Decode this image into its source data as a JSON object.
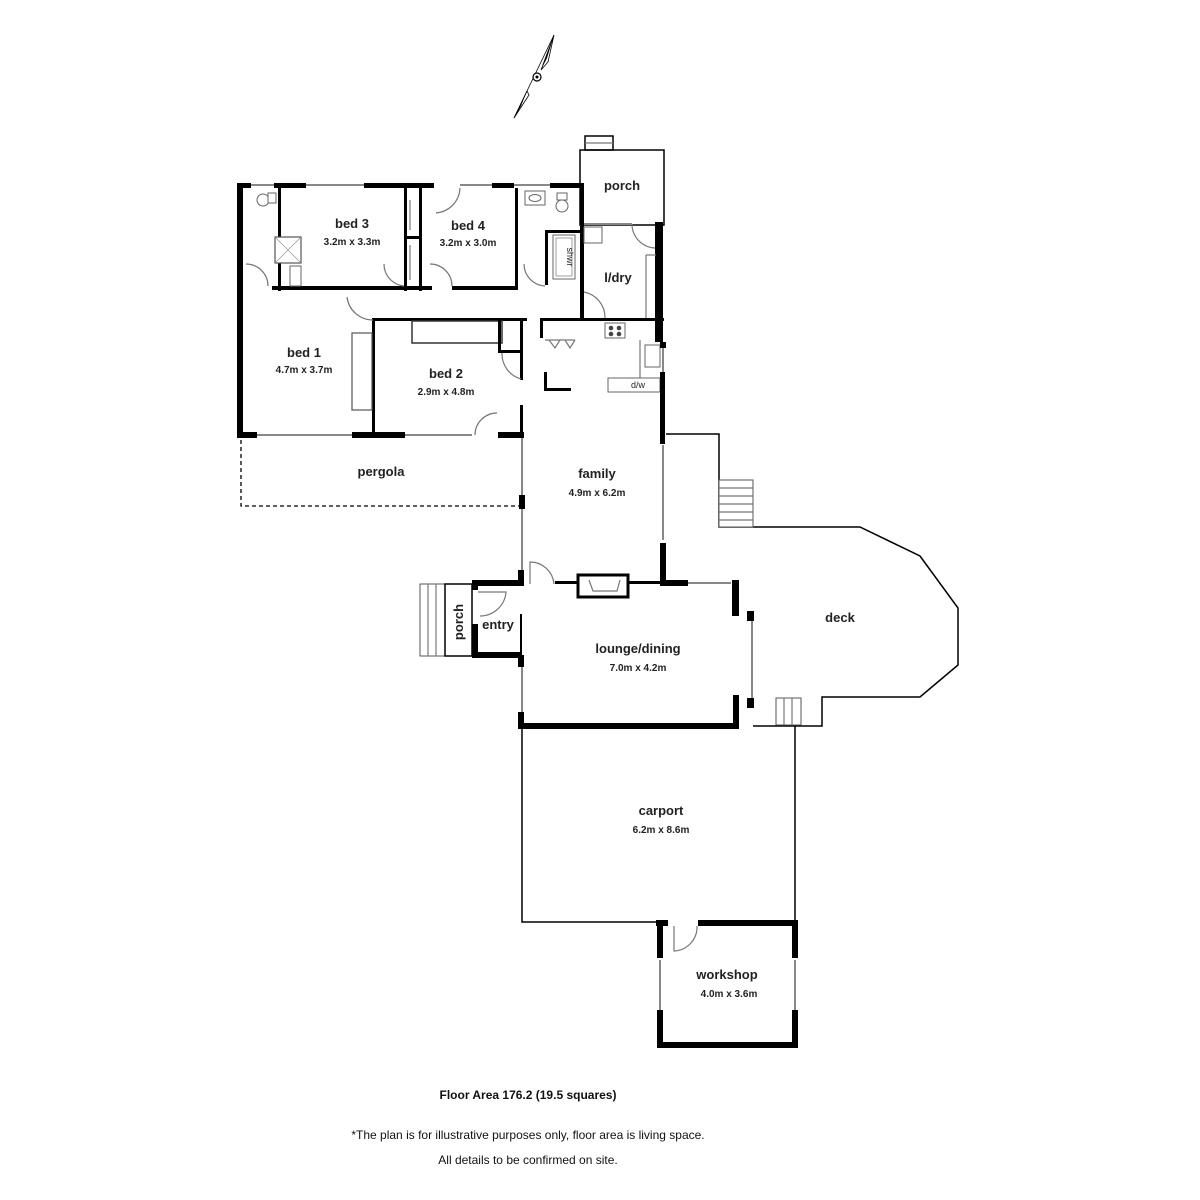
{
  "plan": {
    "rooms": {
      "bed3": {
        "name": "bed 3",
        "dim": "3.2m x 3.3m"
      },
      "bed4": {
        "name": "bed 4",
        "dim": "3.2m x 3.0m"
      },
      "porch_top": {
        "name": "porch"
      },
      "ldry": {
        "name": "l/dry"
      },
      "bed1": {
        "name": "bed 1",
        "dim": "4.7m x 3.7m"
      },
      "bed2": {
        "name": "bed 2",
        "dim": "2.9m x 4.8m"
      },
      "pergola": {
        "name": "pergola"
      },
      "family": {
        "name": "family",
        "dim": "4.9m x 6.2m"
      },
      "deck": {
        "name": "deck"
      },
      "porch_entry": {
        "name": "porch"
      },
      "entry": {
        "name": "entry"
      },
      "lounge": {
        "name": "lounge/dining",
        "dim": "7.0m x 4.2m"
      },
      "carport": {
        "name": "carport",
        "dim": "6.2m x 8.6m"
      },
      "workshop": {
        "name": "workshop",
        "dim": "4.0m x 3.6m"
      }
    },
    "fixtures": {
      "shower_label": "shwr",
      "dishwasher_label": "d/w"
    },
    "icons": [
      "compass-north-arrow-icon"
    ]
  },
  "footer": {
    "floor_area": "Floor Area 176.2 (19.5 squares)",
    "disclaimer": "*The plan is for illustrative purposes only, floor area is living space.",
    "confirm_note": "All details to be confirmed on site."
  }
}
